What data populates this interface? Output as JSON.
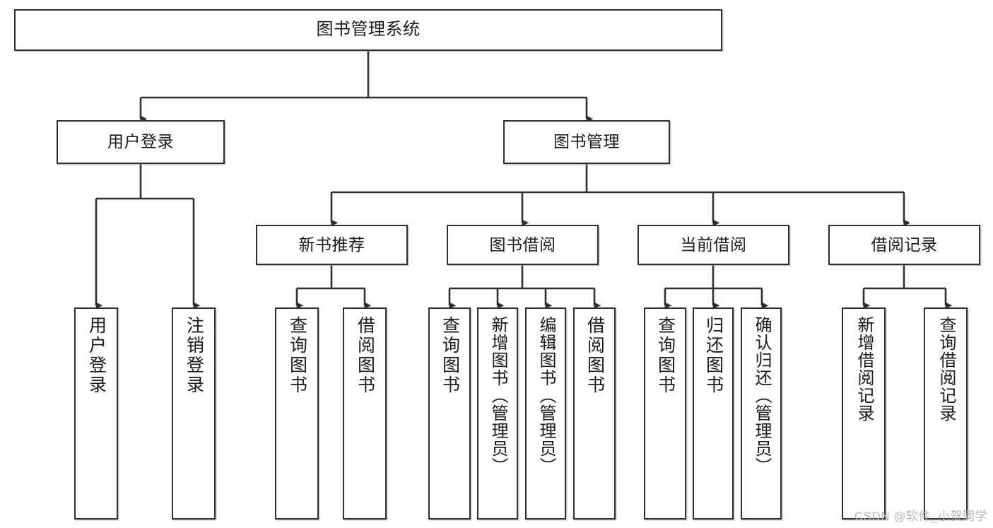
{
  "diagram": {
    "title": "图书管理系统",
    "type": "tree-hierarchy-chart",
    "watermark": "CSDN @软件_小贺同学",
    "colors": {
      "stroke": "#2f2f2f",
      "fill": "#ffffff",
      "text": "#1a1a1a",
      "watermark": "#b9b9b9"
    },
    "nodes": {
      "root": {
        "label": "图书管理系统"
      },
      "level2": [
        {
          "id": "user-login",
          "label": "用户登录"
        },
        {
          "id": "book-manage",
          "label": "图书管理"
        }
      ],
      "level3": [
        {
          "id": "new-book-recommend",
          "label": "新书推荐"
        },
        {
          "id": "book-borrow",
          "label": "图书借阅"
        },
        {
          "id": "current-borrow",
          "label": "当前借阅"
        },
        {
          "id": "borrow-record",
          "label": "借阅记录"
        }
      ],
      "leaves": {
        "user-login": [
          {
            "id": "leaf-user-login",
            "label": "用户登录"
          },
          {
            "id": "leaf-user-logout",
            "label": "注销登录"
          }
        ],
        "new-book-recommend": [
          {
            "id": "leaf-query-book-1",
            "label": "查询图书"
          },
          {
            "id": "leaf-borrow-book-1",
            "label": "借阅图书"
          }
        ],
        "book-borrow": [
          {
            "id": "leaf-query-book-2",
            "label": "查询图书"
          },
          {
            "id": "leaf-add-book",
            "label": "新增图书（管理员）"
          },
          {
            "id": "leaf-edit-book",
            "label": "编辑图书（管理员）"
          },
          {
            "id": "leaf-borrow-book-2",
            "label": "借阅图书"
          }
        ],
        "current-borrow": [
          {
            "id": "leaf-query-book-3",
            "label": "查询图书"
          },
          {
            "id": "leaf-return-book",
            "label": "归还图书"
          },
          {
            "id": "leaf-confirm-return",
            "label": "确认归还（管理员）"
          }
        ],
        "borrow-record": [
          {
            "id": "leaf-add-record",
            "label": "新增借阅记录"
          },
          {
            "id": "leaf-query-record",
            "label": "查询借阅记录"
          }
        ]
      }
    }
  }
}
